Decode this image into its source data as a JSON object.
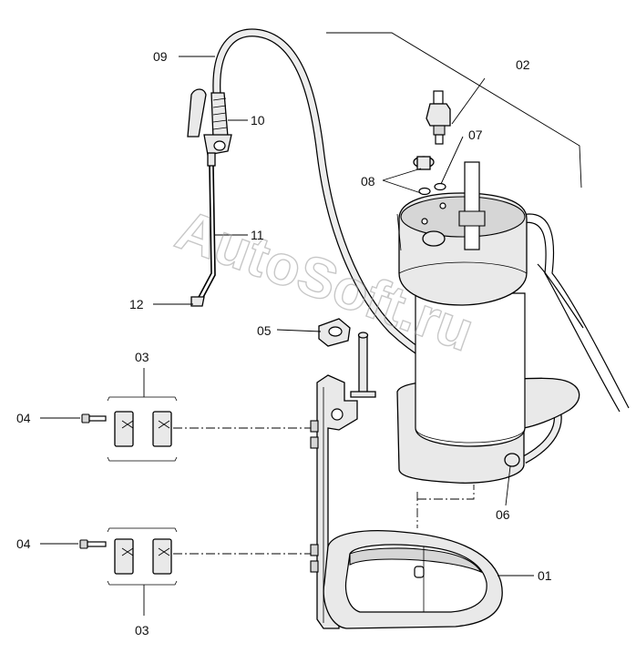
{
  "watermark": "AutoSoft.ru",
  "parts": {
    "p01": "01",
    "p02": "02",
    "p03a": "03",
    "p03b": "03",
    "p04a": "04",
    "p04b": "04",
    "p05": "05",
    "p06": "06",
    "p07": "07",
    "p08": "08",
    "p09": "09",
    "p10": "10",
    "p11": "11",
    "p12": "12"
  }
}
